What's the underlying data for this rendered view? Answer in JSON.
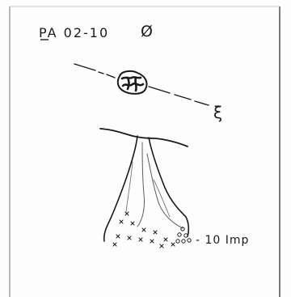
{
  "drawing": {
    "title": "PA 02-10",
    "orientation_symbol": "Ø",
    "side_mark": "ξ",
    "implant_label": "- 10 Imp"
  },
  "colors": {
    "ink": "#1a1a1a",
    "frame": "#7a7a7a",
    "paper": "#fdfdfd"
  }
}
